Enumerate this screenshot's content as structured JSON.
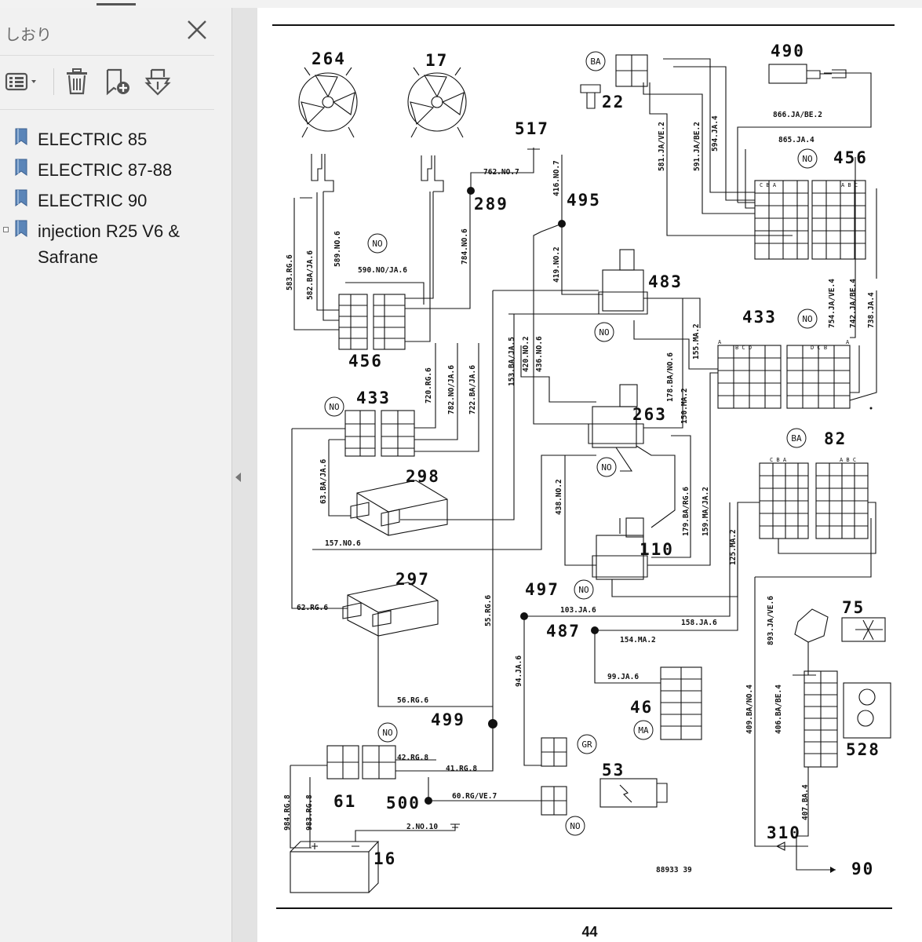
{
  "sidebar": {
    "title": "しおり",
    "toolbar": {
      "options_icon": "options-list-icon",
      "delete_icon": "trash-icon",
      "add_bookmark_icon": "add-bookmark-icon",
      "bookmark_properties_icon": "bookmark-properties-icon"
    },
    "bookmarks": [
      {
        "label": "ELECTRIC 85"
      },
      {
        "label": "ELECTRIC 87-88"
      },
      {
        "label": "ELECTRIC 90"
      },
      {
        "label": "injection R25 V6 & Safrane"
      }
    ]
  },
  "page": {
    "number": "44",
    "diagram_ref": "88933 39",
    "components": {
      "c264": "264",
      "c17": "17",
      "c517": "517",
      "c289": "289",
      "c495": "495",
      "c490": "490",
      "c22": "22",
      "c456a": "456",
      "c456b": "456",
      "c483": "483",
      "c433a": "433",
      "c433b": "433",
      "c263": "263",
      "c298": "298",
      "c82": "82",
      "c110": "110",
      "c297": "297",
      "c497": "497",
      "c487": "487",
      "c75": "75",
      "c46": "46",
      "c499": "499",
      "c61": "61",
      "c500": "500",
      "c53": "53",
      "c528": "528",
      "c310": "310",
      "c16": "16",
      "c90": "90"
    },
    "tags": {
      "ba1": "BA",
      "ba2": "BA",
      "no1": "NO",
      "no2": "NO",
      "no3": "NO",
      "no4": "NO",
      "no5": "NO",
      "no6": "NO",
      "no7": "NO",
      "no8": "NO",
      "ma": "MA",
      "gr": "GR"
    },
    "wires": {
      "w866": "866.JA/BE.2",
      "w865": "865.JA.4",
      "w581": "581.JA/VE.2",
      "w591": "591.JA/BE.2",
      "w594": "594.JA.4",
      "w762": "762.NO.7",
      "w416": "416.NO.7",
      "w583": "583.RG.6",
      "w582": "582.BA/JA.6",
      "w589": "589.NO.6",
      "w590": "590.NO/JA.6",
      "w784": "784.NO.6",
      "w419": "419.NO.2",
      "w754": "754.JA/VE.4",
      "w742": "742.JA/BE.4",
      "w738": "738.JA.4",
      "w155": "155.MA.2",
      "w153": "153.BA/JA.5",
      "w420": "420.NO.2",
      "w436": "436.NO.6",
      "w720": "720.RG.6",
      "w782": "782.NO/JA.6",
      "w722": "722.BA/JA.6",
      "w178": "178.BA/NO.6",
      "w150": "150.MA.2",
      "w63": "63.BA/JA.6",
      "w438": "438.NO.2",
      "w179": "179.BA/RG.6",
      "w159": "159.MA/JA.2",
      "w125": "125.MA.2",
      "w157": "157.NO.6",
      "w62": "62.RG.6",
      "w55": "55.RG.6",
      "w103": "103.JA.6",
      "w158": "158.JA.6",
      "w154": "154.MA.2",
      "w893": "893.JA/VE.6",
      "w94": "94.JA.6",
      "w99": "99.JA.6",
      "w56": "56.RG.6",
      "w409": "409.BA/NO.4",
      "w406": "406.BA/BE.4",
      "w42": "42.RG.8",
      "w41": "41.RG.8",
      "w984": "984.RG.8",
      "w983": "983.RG.8",
      "w60": "60.RG/VE.7",
      "w2": "2.NO.10",
      "w407": "407.BA.4"
    },
    "connector_letters": {
      "cba": "C B A",
      "abc": "A B C",
      "a": "A",
      "bcd": "B C D",
      "dcb": "D C B",
      "a2": "A"
    }
  }
}
